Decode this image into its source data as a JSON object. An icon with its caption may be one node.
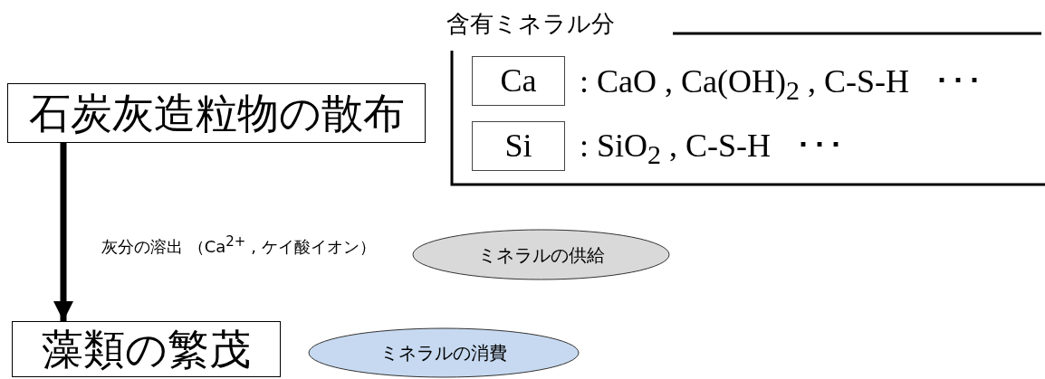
{
  "diagram": {
    "nodes": [
      {
        "text": [
          "石炭灰造粒物の散布"
        ]
      },
      {
        "text": [
          "藻類の繁茂"
        ]
      },
      {
        "text": [
          "ミネラルの供給"
        ]
      },
      {
        "text": [
          "ミネラルの消費"
        ]
      },
      {
        "text": [
          "含有ミネラル分"
        ]
      },
      {
        "text": [
          "Ca"
        ],
        "in": 4
      },
      {
        "text": [
          "Si"
        ],
        "in": 4
      }
    ],
    "edges": [
      {
        "from": 0,
        "to": 1,
        "arrow": "to",
        "label": "灰分の溶出 （Ca$^{2+}$ , ケイ酸イオン）"
      }
    ],
    "labels": [
      ": CaO , Ca(OH)$_{2}$ , C-S-H   ･･･",
      ": SiO$_{2}$ , C-S-H   ･･･"
    ]
  }
}
